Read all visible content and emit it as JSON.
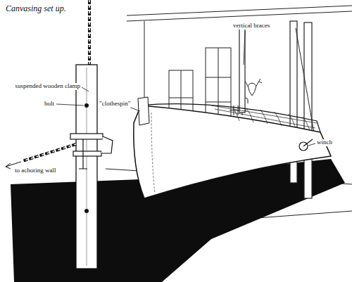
{
  "diagram": {
    "title": "Canvasing set up.",
    "labels": [
      "vertical braces",
      "suspended wooden clamp",
      "bolt",
      "\"clothespin\"",
      "to achoring wall",
      "winch"
    ]
  }
}
